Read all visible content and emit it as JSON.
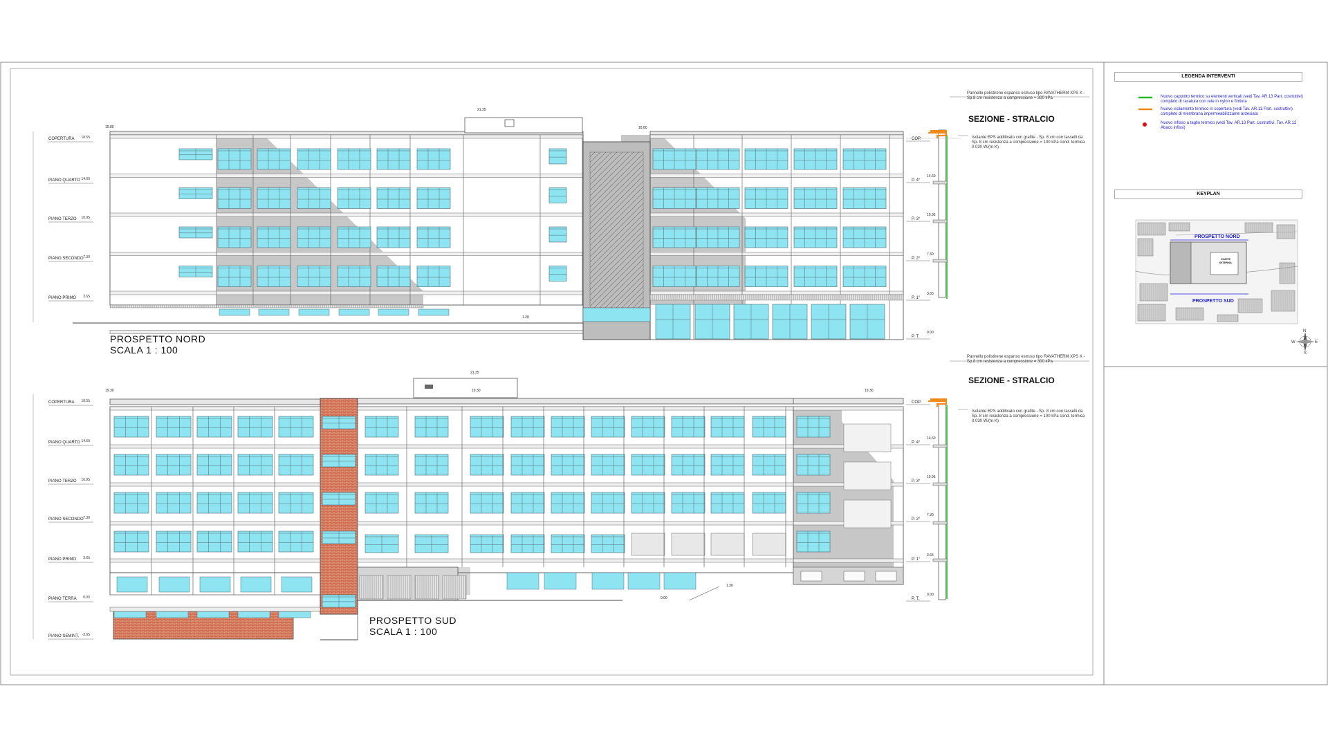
{
  "north": {
    "title": "PROSPETTO  NORD",
    "scale": "SCALA  1 : 100",
    "levels": [
      "COPERTURA",
      "PIANO QUARTO",
      "PIANO TERZO",
      "PIANO SECONDO",
      "PIANO PRIMO"
    ],
    "dims": [
      "18.55",
      "14.60",
      "10.95",
      "7.30",
      "3.65"
    ],
    "top_dims": [
      "19.80",
      "21.35",
      "18.80"
    ],
    "ground_dim": "1.20",
    "section_dims": [
      "14.60",
      "10.95",
      "7.30",
      "3.65",
      "0.00"
    ]
  },
  "south": {
    "title": "PROSPETTO  SUD",
    "scale": "SCALA  1 : 100",
    "levels": [
      "COPERTURA",
      "PIANO QUARTO",
      "PIANO TERZO",
      "PIANO SECONDO",
      "PIANO PRIMO",
      "PIANO TERRA",
      "PIANO SEMINT."
    ],
    "dims": [
      "18.55",
      "14.60",
      "10.95",
      "7.30",
      "3.65",
      "0.00",
      "-3.65"
    ],
    "top_dims": [
      "19.30",
      "21.35",
      "19.30",
      "19.30"
    ],
    "ground_dims": [
      "1.30",
      "0.00"
    ],
    "section_dims": [
      "14.60",
      "10.95",
      "7.30",
      "3.65",
      "0.00"
    ]
  },
  "section": {
    "title": "SEZIONE - STRALCIO",
    "note_top": "Pannello polistirene espanso estruso tipo RAVATHERM XPS X - Sp.8 cm resistenza a compressione = 300 kPa",
    "note_bottom": "Isolante EPS additivato con grafite - Sp. 8 cm con tasselli da Sp. 8 cm resistenza a compressione = 100 kPa cond. termica 0.030 W/(m·K)",
    "tags": [
      "COP.",
      "P. 4°",
      "P. 3°",
      "P. 2°",
      "P. 1°",
      "P. T."
    ]
  },
  "legend": {
    "title": "LEGENDA INTERVENTI",
    "items": [
      {
        "color": "#22bb22",
        "text": "Nuovo cappotto termico su elementi verticali (vedi Tav. AR.13 Part. costruttivi) completo di rasatura con rete in nylon e finitura"
      },
      {
        "color": "#f08a1a",
        "text": "Nuovo isolamento termico in copertura (vedi Tav. AR.13 Part. costruttivi) completo di membrana impermeabilizzante ardesiata"
      },
      {
        "color": "#dd1111",
        "text": "Nuovo infisso a taglio termico (vedi Tav. AR.13 Part. costruttivi, Tav. AR.12 Abaco infissi)"
      }
    ]
  },
  "keyplan": {
    "title": "KEYPLAN",
    "north_label": "PROSPETTO NORD",
    "south_label": "PROSPETTO SUD",
    "court_label": "CORTE INTERNA"
  },
  "compass": {
    "n": "N",
    "s": "S",
    "e": "E",
    "w": "W"
  },
  "colors": {
    "glass": "#8fe4f2",
    "shade": "#c7c7c7",
    "brick": "#cf6b4e",
    "insulation": "#22bb22",
    "roof_insulation": "#f08a1a",
    "line": "#555555",
    "label_blue": "#1b1bd6"
  }
}
